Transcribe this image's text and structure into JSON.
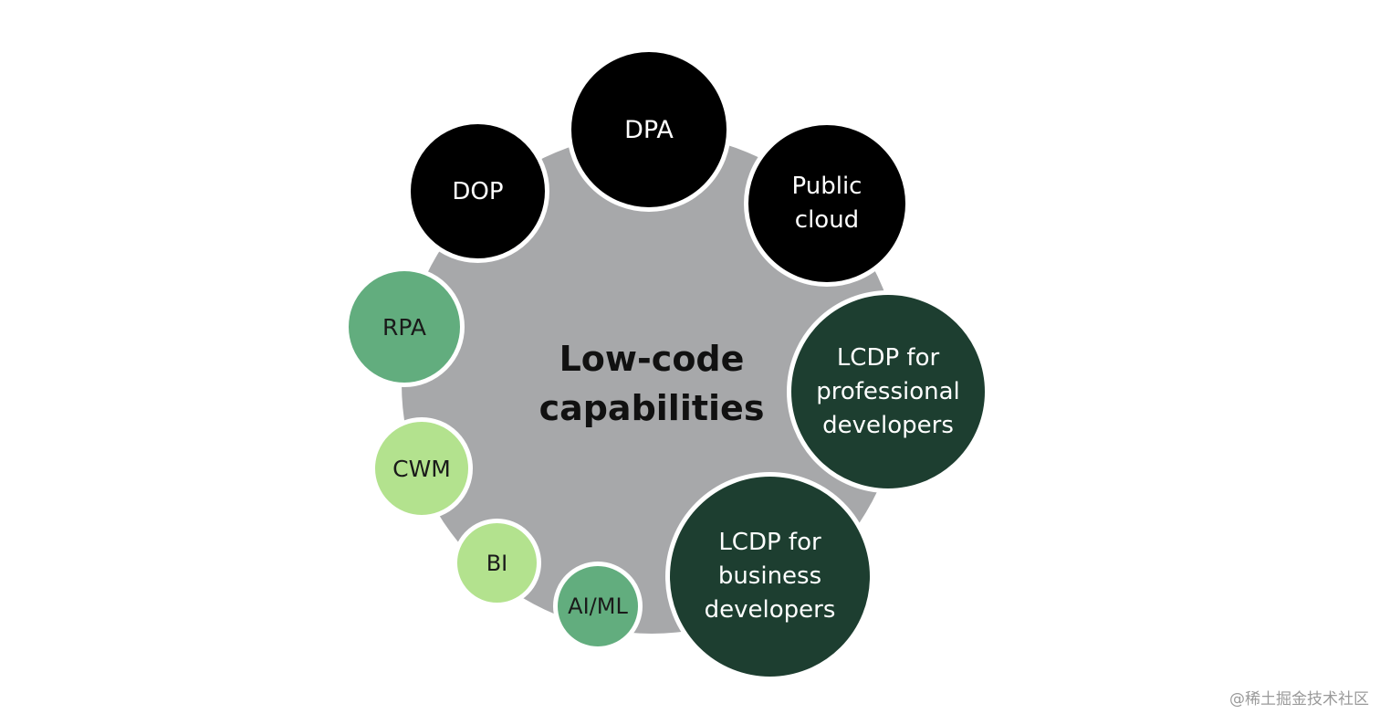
{
  "diagram": {
    "center_label": "Low-code\ncapabilities",
    "nodes": {
      "dpa": "DPA",
      "dop": "DOP",
      "public_cloud": "Public\ncloud",
      "lcdp_professional": "LCDP for\nprofessional\ndevelopers",
      "lcdp_business": "LCDP for\nbusiness\ndevelopers",
      "rpa": "RPA",
      "cwm": "CWM",
      "bi": "BI",
      "ai_ml": "AI/ML"
    },
    "colors": {
      "hub": "#a7a8aa",
      "black": "#000000",
      "dark_green": "#1d3e30",
      "medium_green": "#62ad7e",
      "light_green": "#b3e28e"
    }
  },
  "watermark": "@稀土掘金技术社区"
}
